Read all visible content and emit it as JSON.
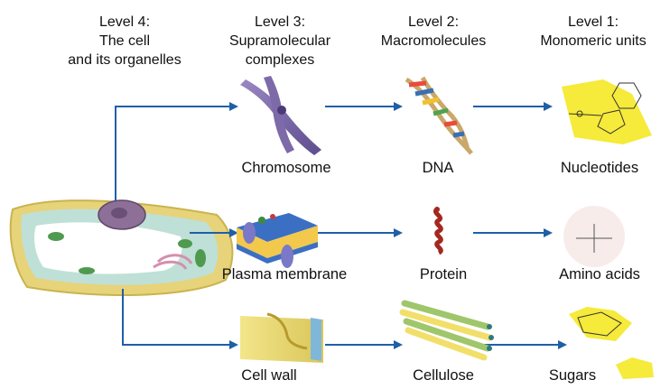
{
  "headers": [
    {
      "lines": [
        "Level 4:",
        "The cell",
        "and its organelles"
      ]
    },
    {
      "lines": [
        "Level 3:",
        "Supramolecular",
        "complexes"
      ]
    },
    {
      "lines": [
        "Level 2:",
        "Macromolecules"
      ]
    },
    {
      "lines": [
        "Level 1:",
        "Monomeric units"
      ]
    }
  ],
  "rows": [
    {
      "supramolecular": "Chromosome",
      "macromolecule": "DNA",
      "monomer": "Nucleotides"
    },
    {
      "supramolecular": "Plasma membrane",
      "macromolecule": "Protein",
      "monomer": "Amino acids"
    },
    {
      "supramolecular": "Cell wall",
      "macromolecule": "Cellulose",
      "monomer": "Sugars"
    }
  ],
  "colors": {
    "arrow": "#1f5fa8",
    "cell_wall": "#e8d77a",
    "chromosome": "#7d6aa8",
    "nucleotide_bg": "#f6ea3a",
    "protein": "#a3281f"
  }
}
